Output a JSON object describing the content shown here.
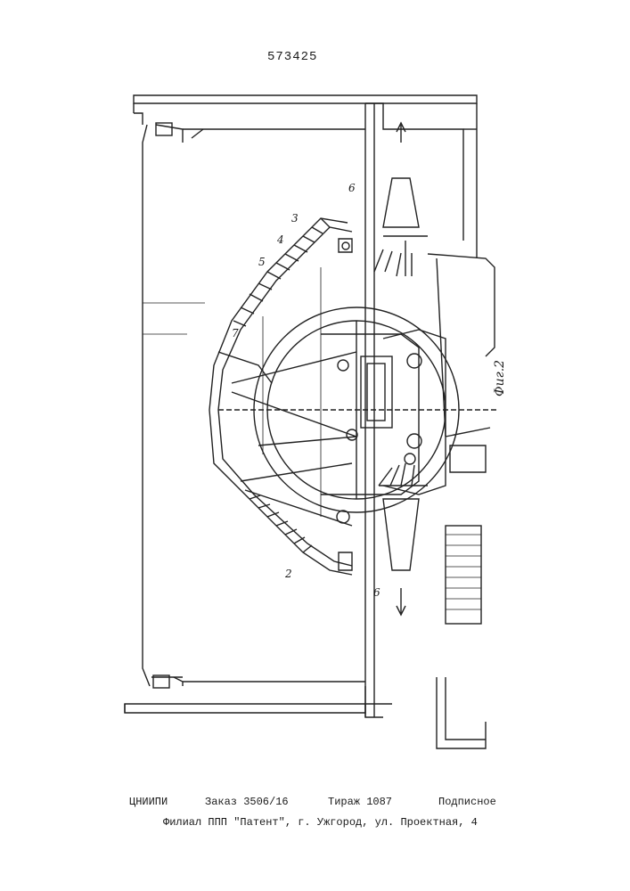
{
  "document": {
    "patent_number": "573425",
    "figure_label": "Фиг.2",
    "callouts": {
      "c2": "2",
      "c3": "3",
      "c4": "4",
      "c5": "5",
      "c6_top": "6",
      "c6_bottom": "6",
      "c7": "7"
    }
  },
  "footer": {
    "org": "ЦНИИПИ",
    "order": "Заказ 3506/16",
    "circulation": "Тираж 1087",
    "subscription": "Подписное",
    "address": "Филиал ППП \"Патент\", г. Ужгород, ул. Проектная, 4"
  }
}
